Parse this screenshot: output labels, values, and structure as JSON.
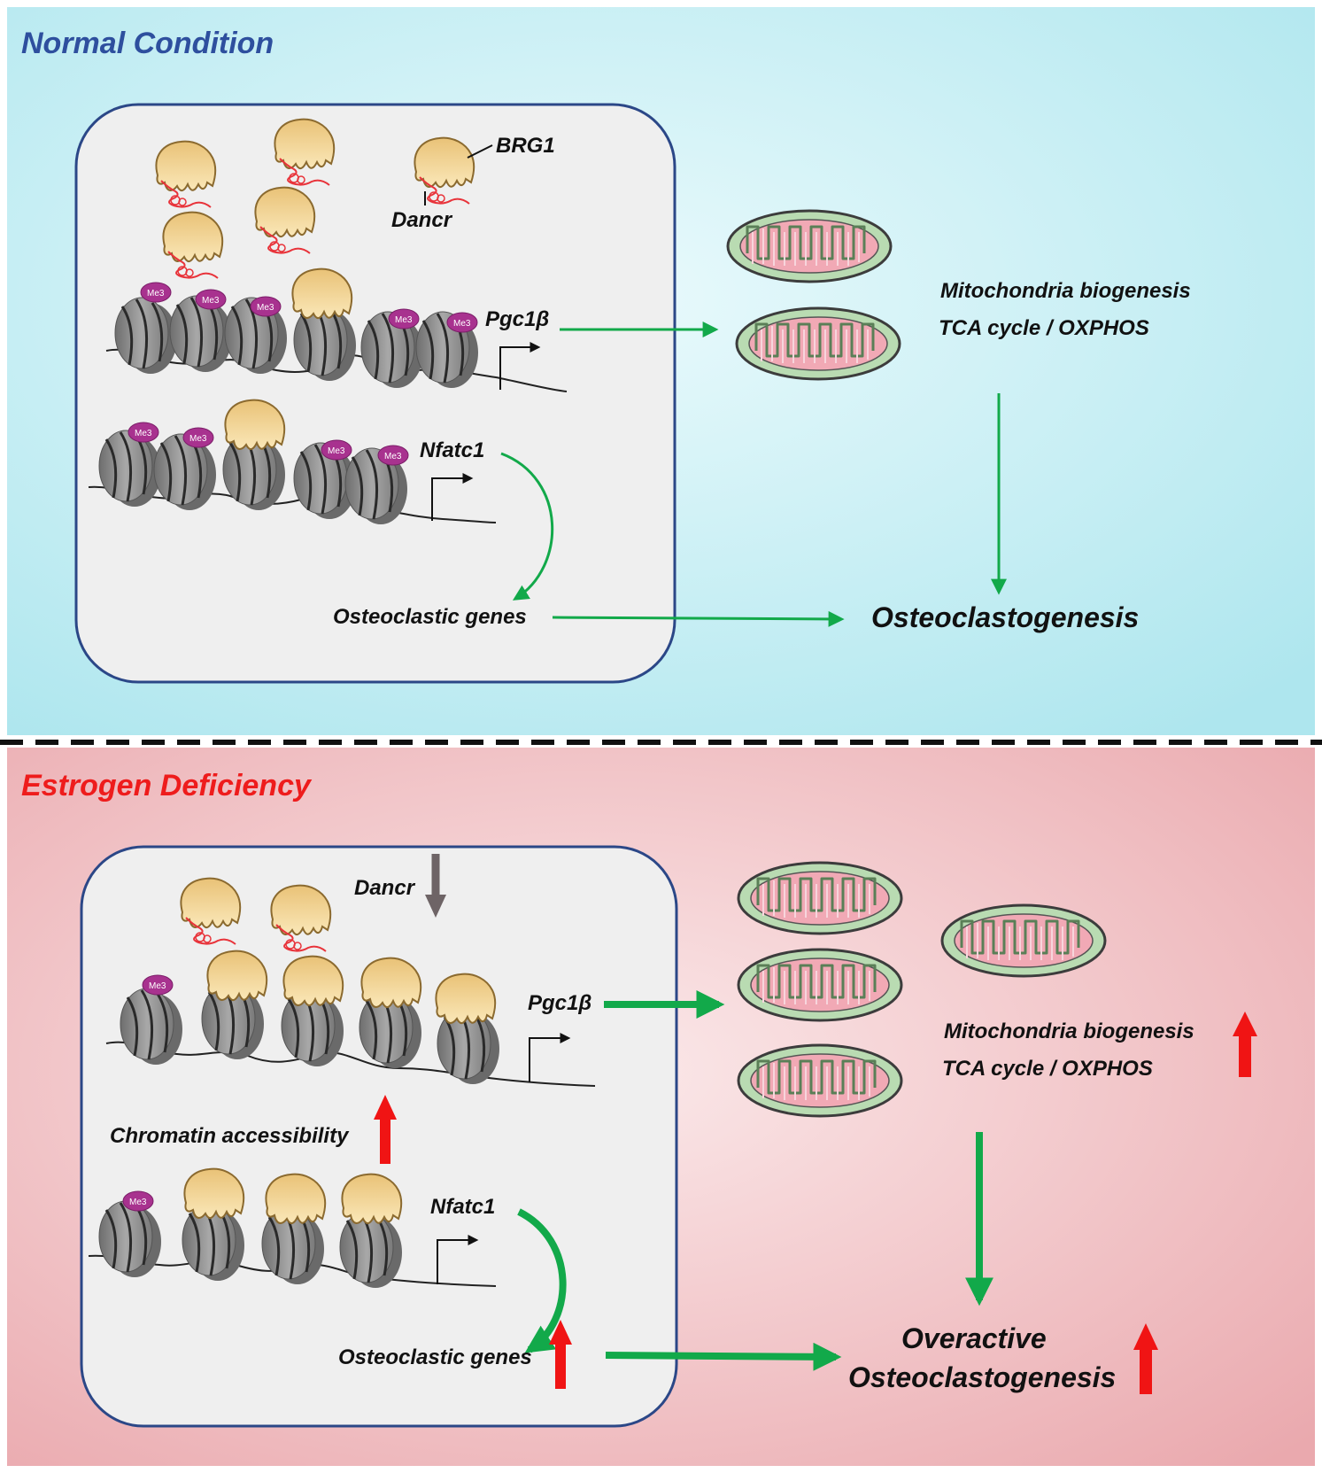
{
  "normal": {
    "title": "Normal Condition",
    "brg1_label": "BRG1",
    "dancr_label": "Dancr",
    "pgc1b_label": "Pgc1β",
    "nfatc1_label": "Nfatc1",
    "osteo_genes_label": "Osteoclastic genes",
    "mito_line1": "Mitochondria biogenesis",
    "mito_line2": "TCA cycle / OXPHOS",
    "outcome": "Osteoclastogenesis"
  },
  "deficiency": {
    "title": "Estrogen Deficiency",
    "dancr_label": "Dancr",
    "pgc1b_label": "Pgc1β",
    "chromatin_label": "Chromatin accessibility",
    "nfatc1_label": "Nfatc1",
    "osteo_genes_label": "Osteoclastic genes",
    "mito_line1": "Mitochondria biogenesis",
    "mito_line2": "TCA cycle / OXPHOS",
    "outcome_line1": "Overactive",
    "outcome_line2": "Osteoclastogenesis"
  },
  "me3_label": "Me3",
  "colors": {
    "normal_bg": "#aee6ee",
    "deficiency_bg": "#eeadb2",
    "normal_title": "#2e4f9e",
    "deficiency_title": "#ee1c1c",
    "green_arrow": "#12a94a",
    "red_arrow": "#f01414",
    "cell_border": "#2b4787",
    "methyl": "#a8328f",
    "brg1": "#f3d48d",
    "mito_outer": "#b9dbb2",
    "mito_inner": "#f1a9b5"
  }
}
